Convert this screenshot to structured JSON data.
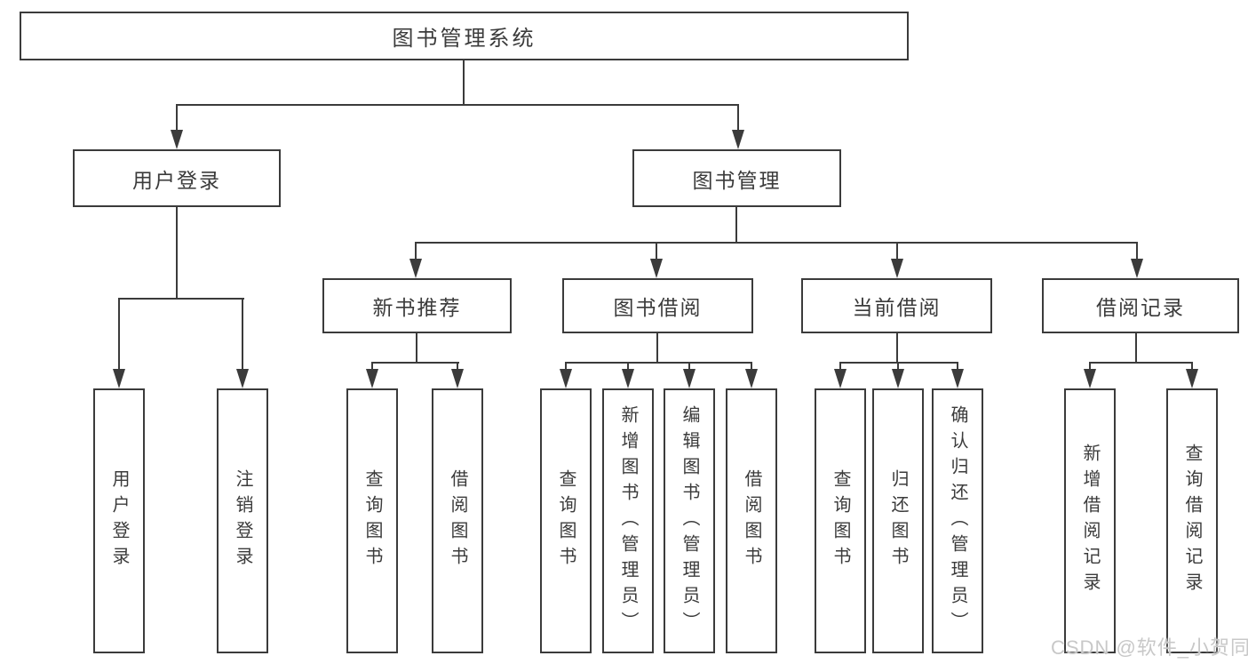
{
  "colors": {
    "line": "#3b3b3b",
    "text": "#3b3b3b",
    "watermark": "#c8c8c8",
    "background": "#ffffff"
  },
  "watermark": "CSDN @软件_小贺同学",
  "tree": {
    "root": {
      "label": "图书管理系统",
      "children": [
        {
          "label": "用户登录",
          "children": [
            {
              "label": "用户登录"
            },
            {
              "label": "注销登录"
            }
          ]
        },
        {
          "label": "图书管理",
          "children": [
            {
              "label": "新书推荐",
              "children": [
                {
                  "label": "查询图书"
                },
                {
                  "label": "借阅图书"
                }
              ]
            },
            {
              "label": "图书借阅",
              "children": [
                {
                  "label": "查询图书"
                },
                {
                  "label": "新增图书（管理员）"
                },
                {
                  "label": "编辑图书（管理员）"
                },
                {
                  "label": "借阅图书"
                }
              ]
            },
            {
              "label": "当前借阅",
              "children": [
                {
                  "label": "查询图书"
                },
                {
                  "label": "归还图书"
                },
                {
                  "label": "确认归还（管理员）"
                }
              ]
            },
            {
              "label": "借阅记录",
              "children": [
                {
                  "label": "新增借阅记录"
                },
                {
                  "label": "查询借阅记录"
                }
              ]
            }
          ]
        }
      ]
    }
  }
}
